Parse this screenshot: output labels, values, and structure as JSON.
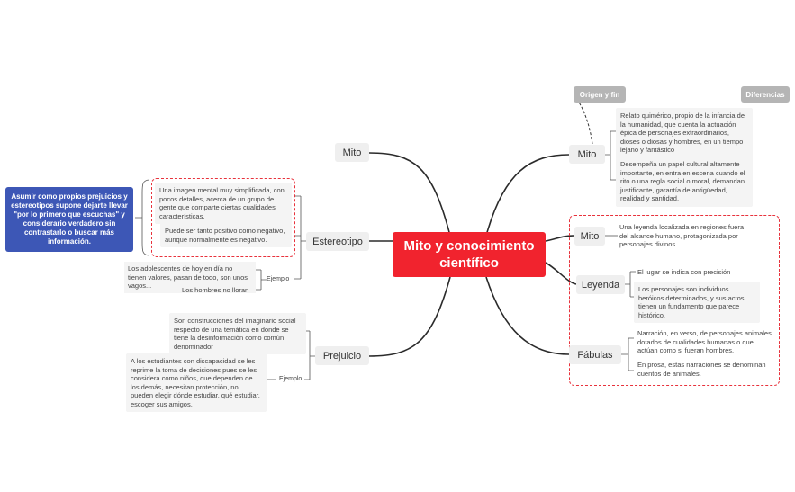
{
  "central": "Mito y conocimiento científico",
  "left": {
    "mito": "Mito",
    "estereotipo": {
      "label": "Estereotipo",
      "def": "Una imagen mental muy simplificada, con pocos detalles, acerca de un grupo de gente que comparte ciertas cualidades características.",
      "def2": "Puede ser tanto positivo como negativo, aunque normalmente es negativo.",
      "ejemplo_label": "Ejemplo",
      "ej1": "Los adolescentes de hoy en día no tienen valores, pasan de todo, son unos vagos...",
      "ej2": "Los hombres no lloran",
      "summary": "Asumir como propios prejuicios y estereotipos supone dejarte llevar \"por lo primero que escuchas\" y considerario verdadero sin contrastarlo o buscar más información."
    },
    "prejuicio": {
      "label": "Prejuicio",
      "def": "Son construcciones del imaginario social respecto de una temática en donde se tiene la desinformación como común denominador",
      "ejemplo_label": "Ejemplo",
      "ej": "A los estudiantes con discapacidad se les reprime la toma de decisiones  pues se les considera  como niños, que  dependen de los demás, necesitan protección, no pueden elegir dónde estudiar, qué estudiar, escoger sus amigos,"
    }
  },
  "right": {
    "tag_origen": "Origen y fin",
    "tag_diferencias": "Diferencias",
    "mito": {
      "label": "Mito",
      "n1": "Relato quimérico, propio de la infancia de la humanidad, que cuenta la actuación épica de personajes extraordinarios, dioses o diosas y hombres, en un tiempo lejano y fantástico",
      "n2": "Desempeña un papel cultural altamente importante, en entra en escena cuando el rito o una regla social o moral, demandan justificante, garantía de antigüedad, realidad y santidad."
    },
    "mito2": {
      "label": "Mito",
      "n1": "Una leyenda localizada en regiones fuera del alcance humano, protagonizada por personajes divinos"
    },
    "leyenda": {
      "label": "Leyenda",
      "n1": "El lugar se indica con precisión",
      "n2": "Los personajes son individuos  heróicos determinados, y sus actos tienen un fundamento que parece histórico."
    },
    "fabulas": {
      "label": "Fábulas",
      "n1": "Narración, en verso, de personajes animales dotados de cualidades humanas o que actúan como si fueran hombres.",
      "n2": "En prosa, estas narraciones se denominan cuentos de animales."
    }
  }
}
